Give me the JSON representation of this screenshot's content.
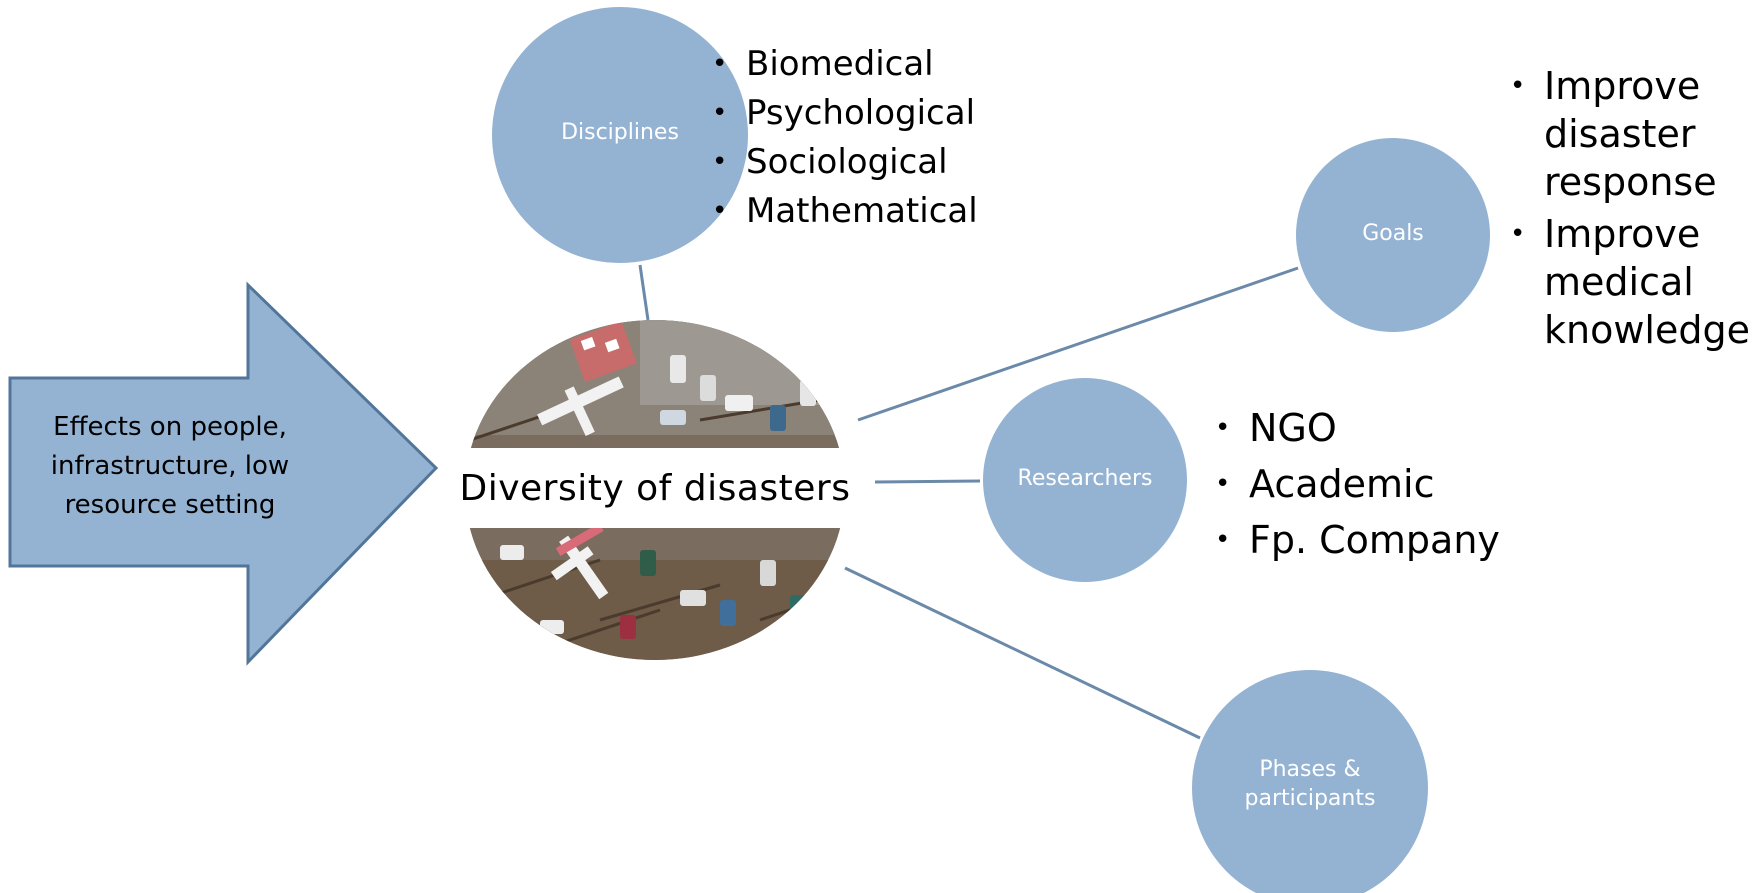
{
  "arrow": {
    "text_lines": [
      "Effects  on people,",
      "infrastructure, low",
      "resource setting"
    ]
  },
  "center": {
    "title": "Diversity of disasters",
    "image": "aerial photo of debris, cars and small planes after a tsunami"
  },
  "bubbles": {
    "disciplines": "Disciplines",
    "goals": "Goals",
    "researchers": "Researchers",
    "phases": [
      "Phases &",
      "participants"
    ]
  },
  "lists": {
    "disciplines": [
      "Biomedical",
      "Psychological",
      "Sociological",
      "Mathematical"
    ],
    "goals": [
      [
        "Improve",
        "disaster",
        "response"
      ],
      [
        "Improve",
        "medical",
        "knowledge"
      ]
    ],
    "researchers": [
      "NGO",
      "Academic",
      "Fp. Company"
    ]
  },
  "colors": {
    "bubble_fill": "#94b3d3",
    "connector": "#6b89a8",
    "arrow_fill": "#94b3d3",
    "arrow_stroke": "#51769a"
  }
}
